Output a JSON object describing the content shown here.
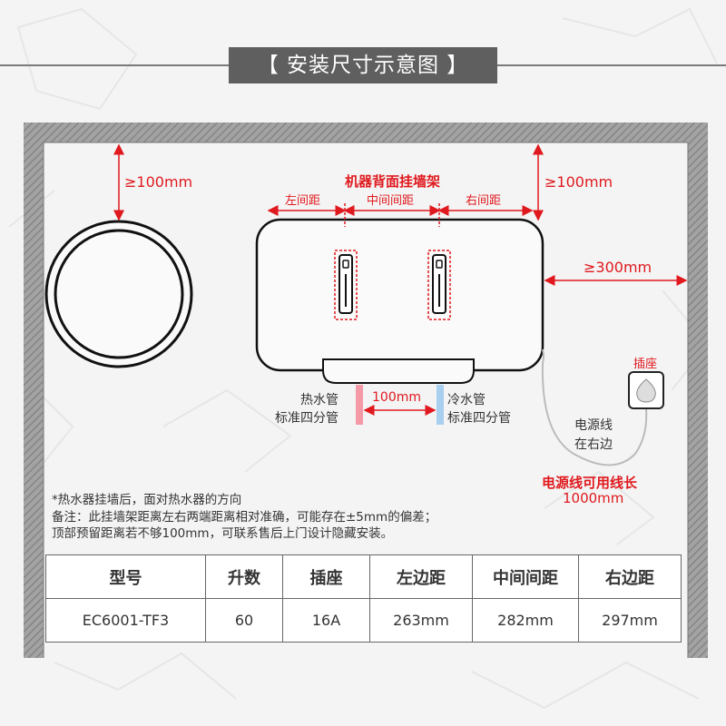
{
  "title": "【 安装尺寸示意图 】",
  "diagram": {
    "top_clear_left": "≥100mm",
    "top_clear_right": "≥100mm",
    "side_clear_right": "≥300mm",
    "bracket_title": "机器背面挂墙架",
    "left_spacing": "左间距",
    "middle_spacing": "中间间距",
    "right_spacing": "右间距",
    "hot_pipe_1": "热水管",
    "hot_pipe_2": "标准四分管",
    "cold_pipe_1": "冷水管",
    "cold_pipe_2": "标准四分管",
    "pipe_distance": "100mm",
    "socket": "插座",
    "cord_1": "电源线",
    "cord_2": "在右边",
    "cord_length_1": "电源线可用线长",
    "cord_length_2": "1000mm",
    "colors": {
      "red": "#e0191e",
      "hot": "#f39aa6",
      "cold": "#a8cff0",
      "wall": "#8f8f8f"
    }
  },
  "notes": [
    "*热水器挂墙后，面对热水器的方向",
    "备注：此挂墙架距离左右两端距离相对准确，可能存在±5mm的偏差；",
    "顶部预留距离若不够100mm，可联系售后上门设计隐藏安装。"
  ],
  "table": {
    "headers": [
      "型号",
      "升数",
      "插座",
      "左边距",
      "中间间距",
      "右边距"
    ],
    "row": [
      "EC6001-TF3",
      "60",
      "16A",
      "263mm",
      "282mm",
      "297mm"
    ]
  }
}
